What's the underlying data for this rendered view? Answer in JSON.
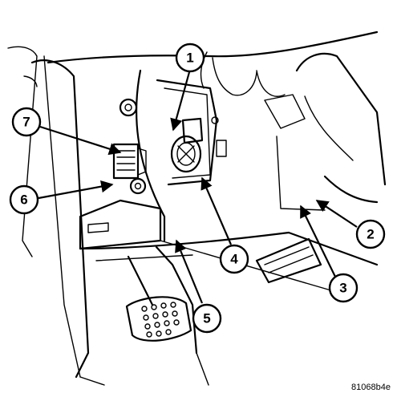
{
  "callouts": [
    {
      "id": "callout-1",
      "label": "1"
    },
    {
      "id": "callout-2",
      "label": "2"
    },
    {
      "id": "callout-3",
      "label": "3"
    },
    {
      "id": "callout-4",
      "label": "4"
    },
    {
      "id": "callout-5",
      "label": "5"
    },
    {
      "id": "callout-6",
      "label": "6"
    },
    {
      "id": "callout-7",
      "label": "7"
    }
  ],
  "figure_id": "81068b4e"
}
